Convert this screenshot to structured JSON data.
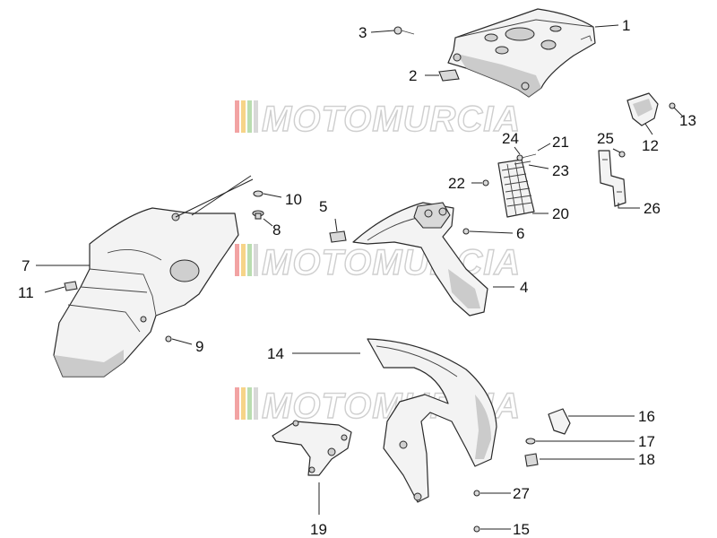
{
  "watermark": {
    "text": "MOTOMURCIA",
    "stripe_colors": [
      "#f2a3a3",
      "#f6d488",
      "#b9ddb0",
      "#d8d8d8"
    ]
  },
  "callouts": [
    {
      "id": "c1",
      "number": "1"
    },
    {
      "id": "c2",
      "number": "2"
    },
    {
      "id": "c3",
      "number": "3"
    },
    {
      "id": "c4",
      "number": "4"
    },
    {
      "id": "c5",
      "number": "5"
    },
    {
      "id": "c6",
      "number": "6"
    },
    {
      "id": "c7",
      "number": "7"
    },
    {
      "id": "c8",
      "number": "8"
    },
    {
      "id": "c9",
      "number": "9"
    },
    {
      "id": "c10",
      "number": "10"
    },
    {
      "id": "c11",
      "number": "11"
    },
    {
      "id": "c12",
      "number": "12"
    },
    {
      "id": "c13",
      "number": "13"
    },
    {
      "id": "c14",
      "number": "14"
    },
    {
      "id": "c15",
      "number": "15"
    },
    {
      "id": "c16",
      "number": "16"
    },
    {
      "id": "c17",
      "number": "17"
    },
    {
      "id": "c18",
      "number": "18"
    },
    {
      "id": "c19",
      "number": "19"
    },
    {
      "id": "c20",
      "number": "20"
    },
    {
      "id": "c21",
      "number": "21"
    },
    {
      "id": "c22",
      "number": "22"
    },
    {
      "id": "c23",
      "number": "23"
    },
    {
      "id": "c24",
      "number": "24"
    },
    {
      "id": "c25",
      "number": "25"
    },
    {
      "id": "c26",
      "number": "26"
    },
    {
      "id": "c27",
      "number": "27"
    }
  ]
}
